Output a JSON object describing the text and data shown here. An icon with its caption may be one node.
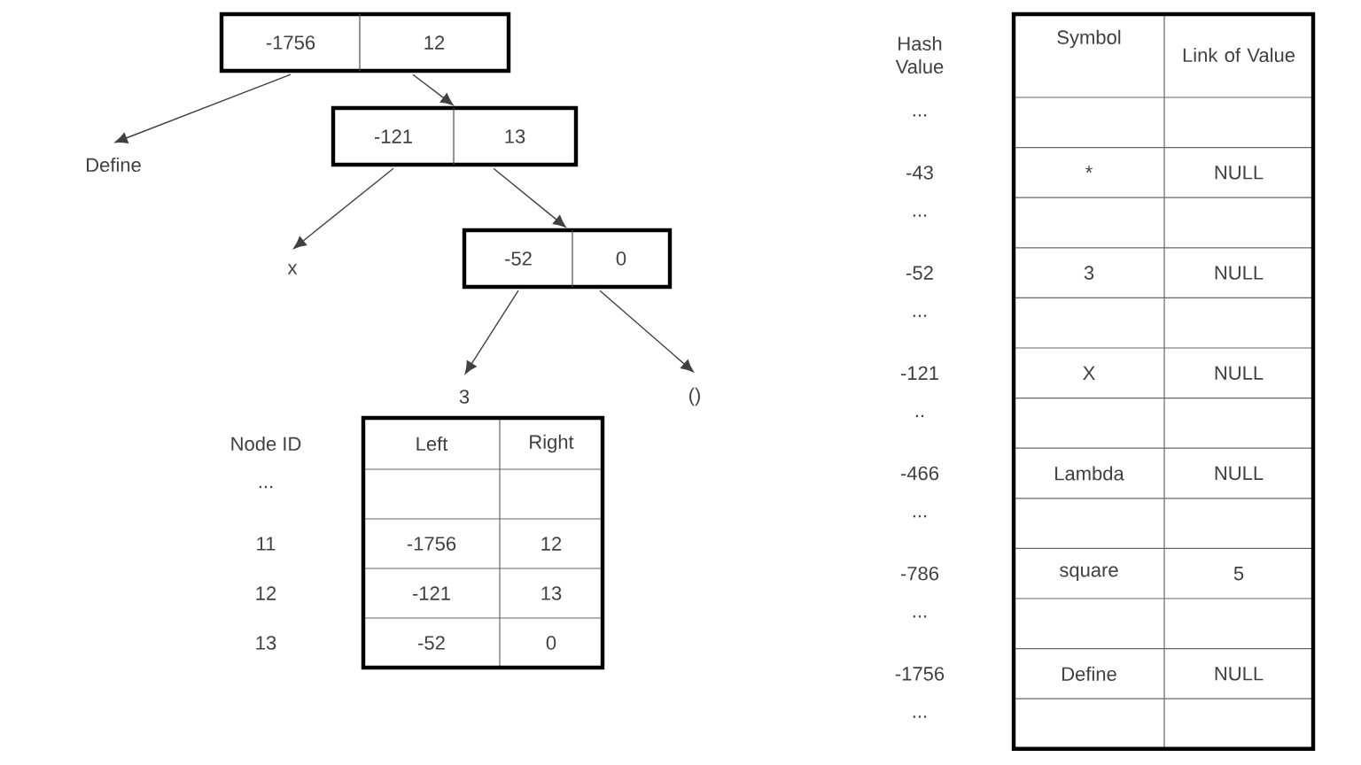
{
  "diagram": {
    "nodes": [
      {
        "text": [
          "-1756",
          "12"
        ]
      },
      {
        "text": [
          "-121",
          "13"
        ]
      },
      {
        "text": [
          "-52",
          "0"
        ]
      },
      {
        "text": [
          "Define"
        ]
      },
      {
        "text": [
          "x"
        ]
      },
      {
        "text": [
          "3"
        ]
      },
      {
        "text": [
          "()"
        ]
      }
    ],
    "edges": [
      {
        "from": 0,
        "to": 3,
        "arrow": "to"
      },
      {
        "from": 0,
        "to": 1,
        "arrow": "to"
      },
      {
        "from": 1,
        "to": 4,
        "arrow": "to"
      },
      {
        "from": 1,
        "to": 2,
        "arrow": "to"
      },
      {
        "from": 2,
        "to": 5,
        "arrow": "to"
      },
      {
        "from": 2,
        "to": 6,
        "arrow": "to"
      }
    ],
    "labels": [
      "Node ID",
      "Left",
      "Right",
      "...",
      "11",
      "-1756",
      "12",
      "12",
      "-121",
      "13",
      "13",
      "-52",
      "0",
      "Hash Value",
      "Symbol",
      "Link of Value",
      "...",
      "-43",
      "*",
      "NULL",
      "...",
      "-52",
      "3",
      "NULL",
      "...",
      "-121",
      "X",
      "NULL",
      "..",
      "-466",
      "Lambda",
      "NULL",
      "...",
      "-786",
      "square",
      "5",
      "...",
      "-1756",
      "Define",
      "NULL",
      "..."
    ]
  }
}
